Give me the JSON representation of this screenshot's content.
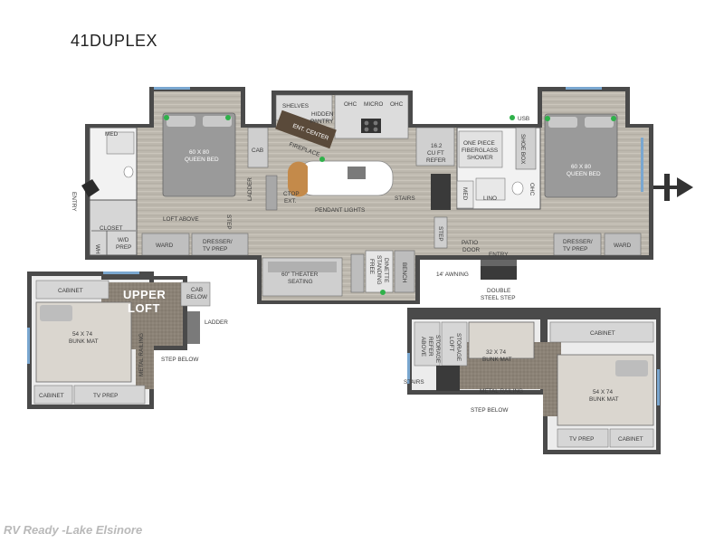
{
  "model_name": "41DUPLEX",
  "watermark": "RV Ready -Lake Elsinore",
  "labels": {
    "med_left": "MED",
    "entry_left": "ENTRY",
    "closet": "CLOSET",
    "wh": "WH",
    "wd_prep": [
      "W/D",
      "PREP"
    ],
    "ward_left": "WARD",
    "loft_above": "LOFT ABOVE",
    "step_left": "STEP",
    "queen_bed_left": [
      "60 X 80",
      "QUEEN BED"
    ],
    "dresser_left": [
      "DRESSER/",
      "TV PREP"
    ],
    "cab": "CAB",
    "ladder_main": "LADDER",
    "ctop_ext": [
      "CTOP",
      "EXT."
    ],
    "shelves": "SHELVES",
    "hidden_pantry": [
      "HIDDEN",
      "PANTRY"
    ],
    "ent_center": [
      "ENT. CENTER"
    ],
    "fireplace": "FIREPLACE",
    "ohc_1": "OHC",
    "micro": "MICRO",
    "ohc_2": "OHC",
    "pendant_lights": "PENDANT LIGHTS",
    "stairs_main": "STAIRS",
    "theater": [
      "60\" THEATER",
      "SEATING"
    ],
    "dinette": [
      "FREE",
      "STANDING",
      "DINETTE"
    ],
    "bench": "BENCH",
    "refer": [
      "16.2",
      "CU FT",
      "REFER"
    ],
    "shower": [
      "ONE PIECE",
      "FIBERGLASS",
      "SHOWER"
    ],
    "med_right": "MED",
    "lino": "LINO",
    "step_right": "STEP",
    "patio_door": [
      "PATIO",
      "DOOR"
    ],
    "entry_right": "ENTRY",
    "awning": "14' AWNING",
    "double_step": [
      "DOUBLE",
      "STEEL STEP"
    ],
    "usb": "USB",
    "shoe_box": "SHOE BOX",
    "ohc_right": "OHC",
    "queen_bed_right": [
      "60 X 80",
      "QUEEN BED"
    ],
    "dresser_right": [
      "DRESSER/",
      "TV PREP"
    ],
    "ward_right": "WARD",
    "upper_loft": [
      "UPPER",
      "LOFT"
    ],
    "cabinet_ul_top": "CABINET",
    "cab_below": [
      "CAB",
      "BELOW"
    ],
    "bunk_mat_ul": [
      "54 X 74",
      "BUNK MAT"
    ],
    "metal_railing_ul": "METAL RAILING",
    "ladder_ul": "LADDER",
    "step_below_ul": "STEP BELOW",
    "cabinet_ul_bottom": "CABINET",
    "tv_prep_ul": "TV PREP",
    "above_refer": [
      "ABOVE",
      "REFER",
      "STORAGE"
    ],
    "loft_storage": [
      "LOFT",
      "STORAGE"
    ],
    "bunk_32": [
      "32 X 74",
      "BUNK MAT"
    ],
    "cabinet_ur_top": "CABINET",
    "stairs_ur": "STAIRS",
    "metal_railing_ur": "METAL RAILING",
    "step_below_ur": "STEP BELOW",
    "bunk_mat_ur": [
      "54 X 74",
      "BUNK MAT"
    ],
    "tv_prep_ur": "TV PREP",
    "cabinet_ur_bottom": "CABINET"
  }
}
